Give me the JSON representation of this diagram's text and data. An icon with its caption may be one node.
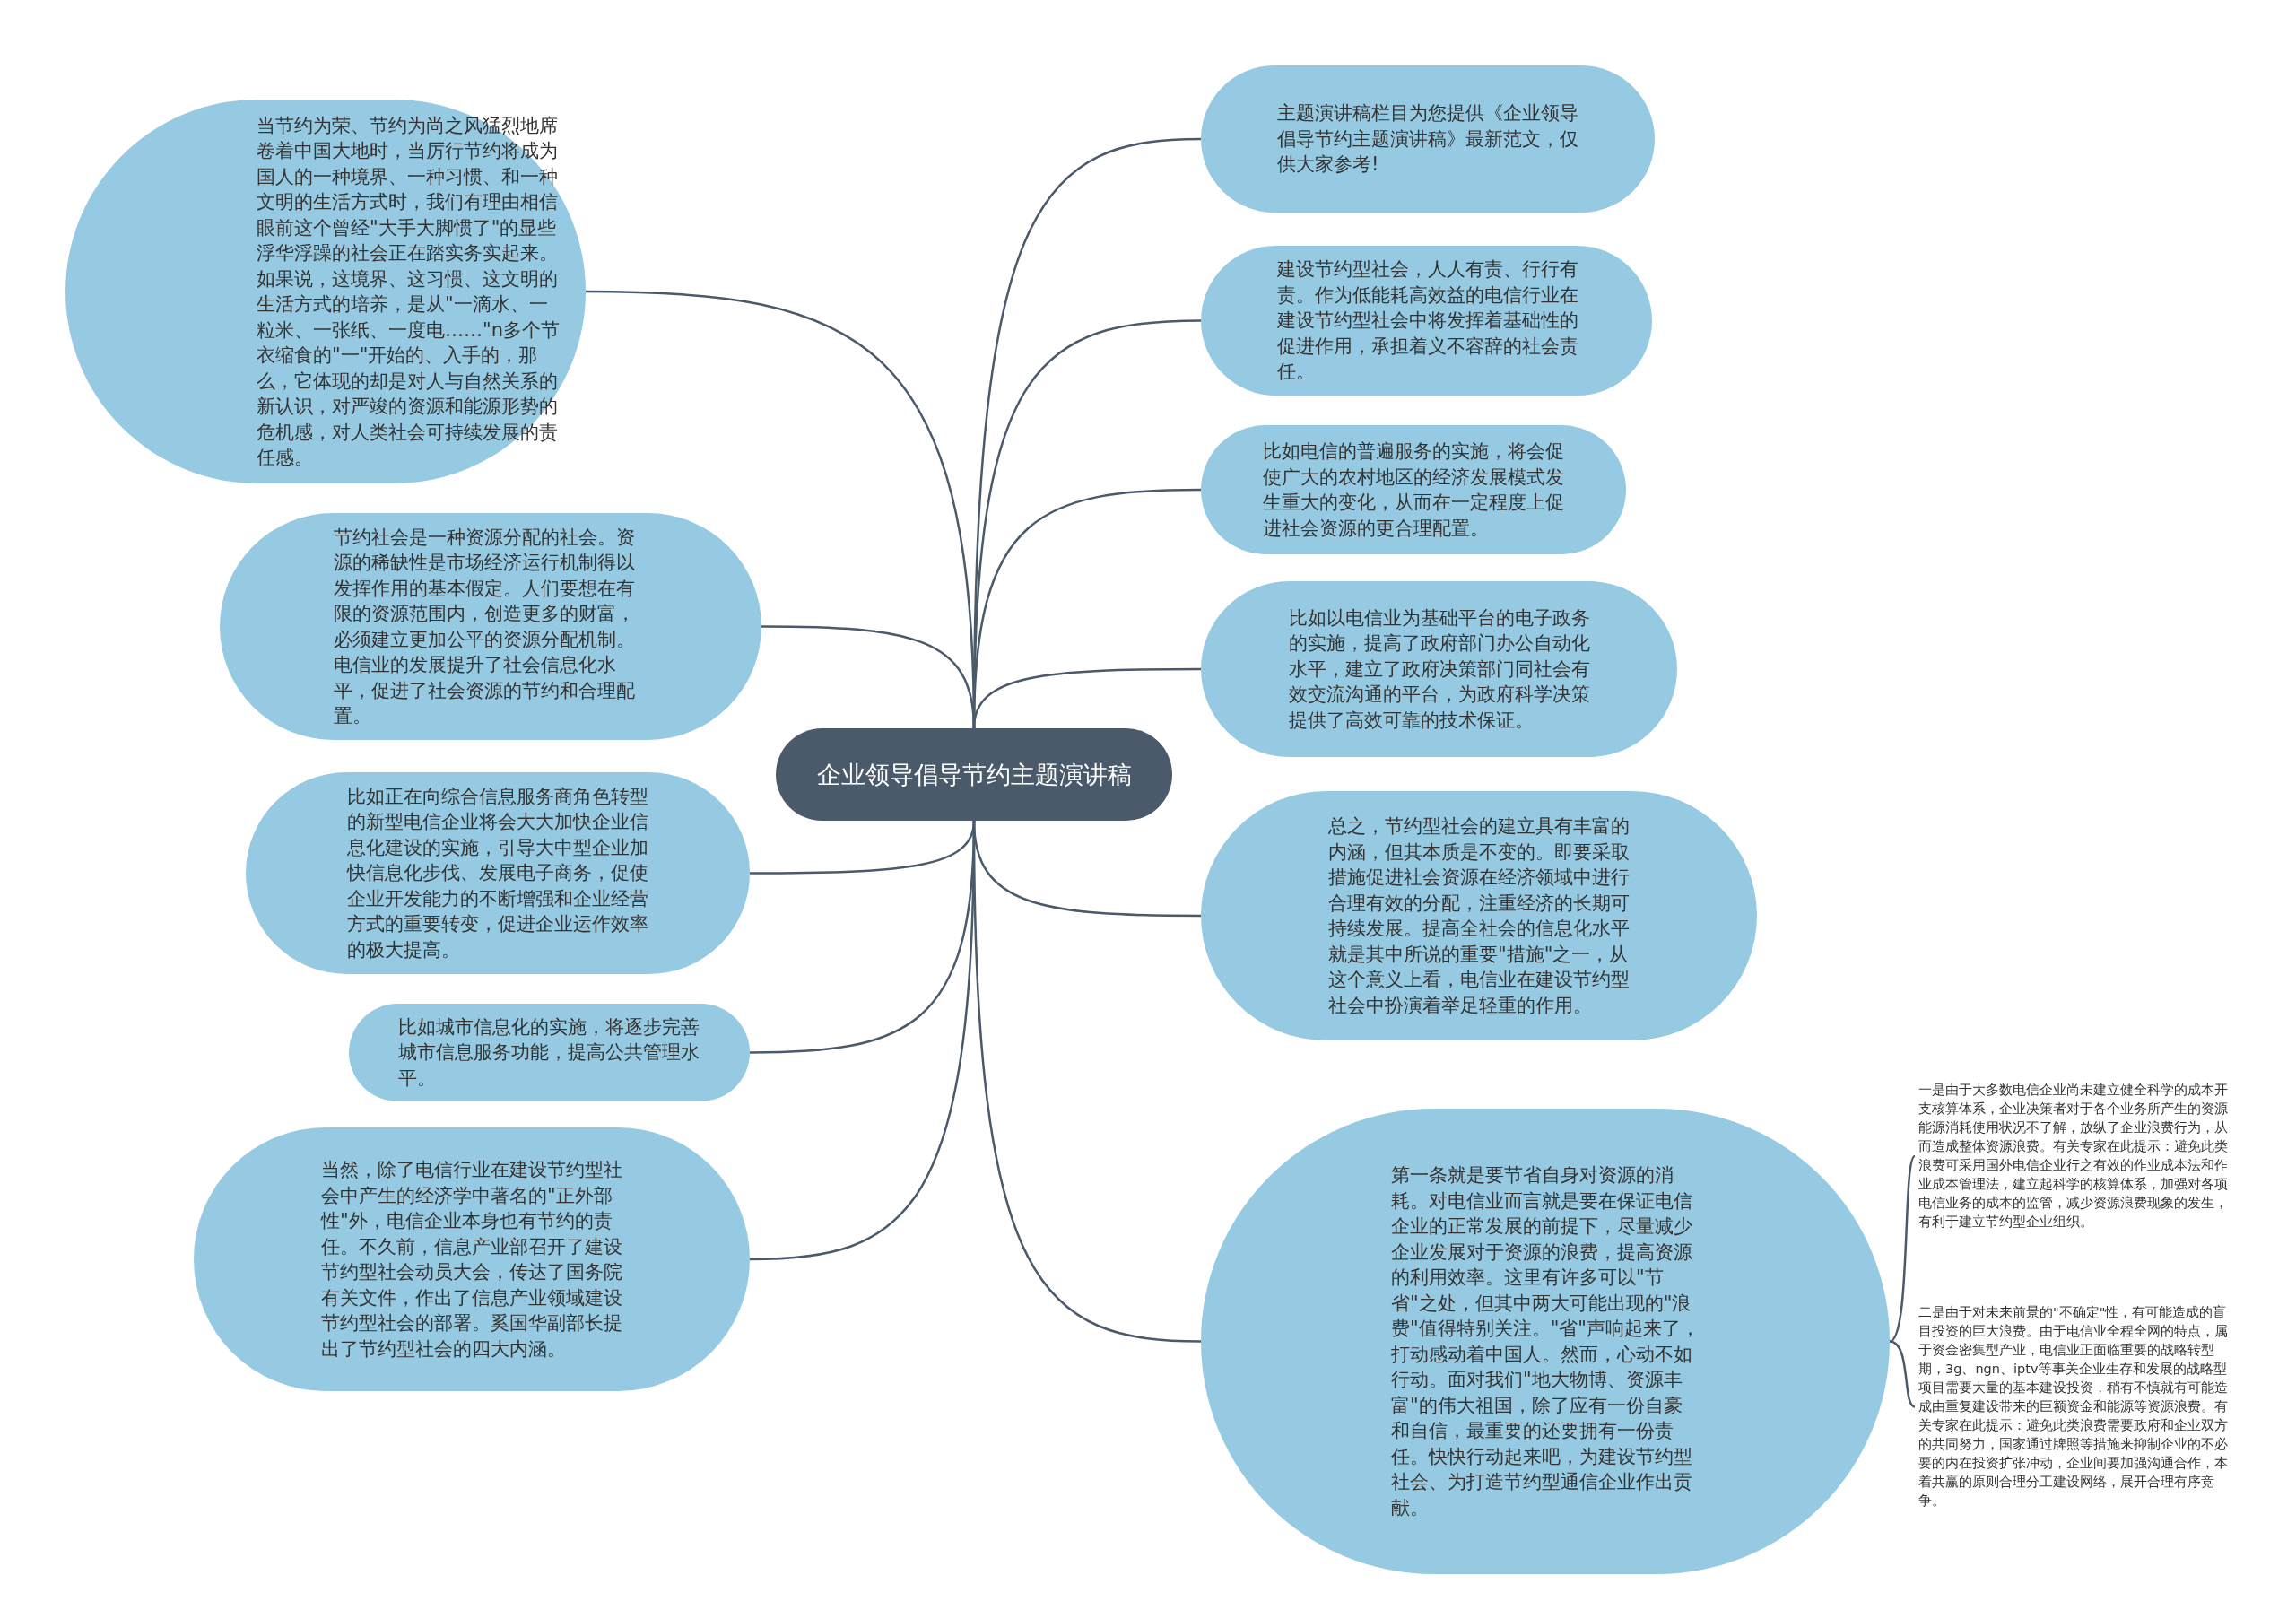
{
  "diagram": {
    "nodes": [
      {
        "text": [
          "企业领导倡导节约主题演讲稿"
        ]
      },
      {
        "text": [
          "当节约为荣、节约为尚之风猛烈地席卷着中国大地时，当厉行节约将成为国人的一种境界、一种习惯、和一种文明的生活方式时，我们有理由相信眼前这个曾经\"大手大脚惯了\"的显些浮华浮躁的社会正在踏实务实起来。如果说，这境界、这习惯、这文明的生活方式的培养，是从\"一滴水、一粒米、一张纸、一度电……\"n多个节衣缩食的\"一\"开始的、入手的，那么，它体现的却是对人与自然关系的新认识，对严竣的资源和能源形势的危机感，对人类社会可持续发展的责任感。"
        ]
      },
      {
        "text": [
          "节约社会是一种资源分配的社会。资源的稀缺性是市场经济运行机制得以发挥作用的基本假定。人们要想在有限的资源范围内，创造更多的财富，必须建立更加公平的资源分配机制。电信业的发展提升了社会信息化水平，促进了社会资源的节约和合理配置。"
        ]
      },
      {
        "text": [
          "比如正在向综合信息服务商角色转型的新型电信企业将会大大加快企业信息化建设的实施，引导大中型企业加快信息化步伐、发展电子商务，促使企业开发能力的不断增强和企业经营方式的重要转变，促进企业运作效率的极大提高。"
        ]
      },
      {
        "text": [
          "比如城市信息化的实施，将逐步完善城市信息服务功能，提高公共管理水平。"
        ]
      },
      {
        "text": [
          "当然，除了电信行业在建设节约型社会中产生的经济学中著名的\"正外部性\"外，电信企业本身也有节约的责任。不久前，信息产业部召开了建设节约型社会动员大会，传达了国务院有关文件，作出了信息产业领域建设节约型社会的部署。奚国华副部长提出了节约型社会的四大内涵。"
        ]
      },
      {
        "text": [
          "主题演讲稿栏目为您提供《企业领导倡导节约主题演讲稿》最新范文，仅供大家参考!"
        ]
      },
      {
        "text": [
          "建设节约型社会，人人有责、行行有责。作为低能耗高效益的电信行业在建设节约型社会中将发挥着基础性的促进作用，承担着义不容辞的社会责任。"
        ]
      },
      {
        "text": [
          "比如电信的普遍服务的实施，将会促使广大的农村地区的经济发展模式发生重大的变化，从而在一定程度上促进社会资源的更合理配置。"
        ]
      },
      {
        "text": [
          "比如以电信业为基础平台的电子政务的实施，提高了政府部门办公自动化水平，建立了政府决策部门同社会有效交流沟通的平台，为政府科学决策提供了高效可靠的技术保证。"
        ]
      },
      {
        "text": [
          "总之，节约型社会的建立具有丰富的内涵，但其本质是不变的。即要采取措施促进社会资源在经济领域中进行合理有效的分配，注重经济的长期可持续发展。提高全社会的信息化水平就是其中所说的重要\"措施\"之一，从这个意义上看，电信业在建设节约型社会中扮演着举足轻重的作用。"
        ]
      },
      {
        "text": [
          "第一条就是要节省自身对资源的消耗。对电信业而言就是要在保证电信企业的正常发展的前提下，尽量减少企业发展对于资源的浪费，提高资源的利用效率。这里有许多可以\"节省\"之处，但其中两大可能出现的\"浪费\"值得特别关注。\"省\"声响起来了，打动感动着中国人。然而，心动不如行动。面对我们\"地大物博、资源丰富\"的伟大祖国，除了应有一份自豪和自信，最重要的还要拥有一份责任。快快行动起来吧，为建设节约型社会、为打造节约型通信企业作出贡献。"
        ]
      },
      {
        "text": [
          "一是由于大多数电信企业尚未建立健全科学的成本开支核算体系，企业决策者对于各个业务所产生的资源能源消耗使用状况不了解，放纵了企业浪费行为，从而造成整体资源浪费。有关专家在此提示：避免此类浪费可采用国外电信企业行之有效的作业成本法和作业成本管理法，建立起科学的核算体系，加强对各项电信业务的成本的监管，减少资源浪费现象的发生，有利于建立节约型企业组织。"
        ]
      },
      {
        "text": [
          "二是由于对未来前景的\"不确定\"性，有可能造成的盲目投资的巨大浪费。由于电信业全程全网的特点，属于资金密集型产业，电信业正面临重要的战略转型期，3g、ngn、iptv等事关企业生存和发展的战略型项目需要大量的基本建设投资，稍有不慎就有可能造成由重复建设带来的巨额资金和能源等资源浪费。有关专家在此提示：避免此类浪费需要政府和企业双方的共同努力，国家通过牌照等措施来抑制企业的不必要的内在投资扩张冲动，企业间要加强沟通合作，本着共赢的原则合理分工建设网络，展开合理有序竞争。"
        ]
      }
    ],
    "edges": [
      {
        "from": 0,
        "to": 1,
        "arrow": "none"
      },
      {
        "from": 0,
        "to": 2,
        "arrow": "none"
      },
      {
        "from": 0,
        "to": 3,
        "arrow": "none"
      },
      {
        "from": 0,
        "to": 4,
        "arrow": "none"
      },
      {
        "from": 0,
        "to": 5,
        "arrow": "none"
      },
      {
        "from": 0,
        "to": 6,
        "arrow": "none"
      },
      {
        "from": 0,
        "to": 7,
        "arrow": "none"
      },
      {
        "from": 0,
        "to": 8,
        "arrow": "none"
      },
      {
        "from": 0,
        "to": 9,
        "arrow": "none"
      },
      {
        "from": 0,
        "to": 10,
        "arrow": "none"
      },
      {
        "from": 0,
        "to": 11,
        "arrow": "none"
      },
      {
        "from": 11,
        "to": 12,
        "arrow": "none"
      },
      {
        "from": 11,
        "to": 13,
        "arrow": "none"
      }
    ]
  }
}
